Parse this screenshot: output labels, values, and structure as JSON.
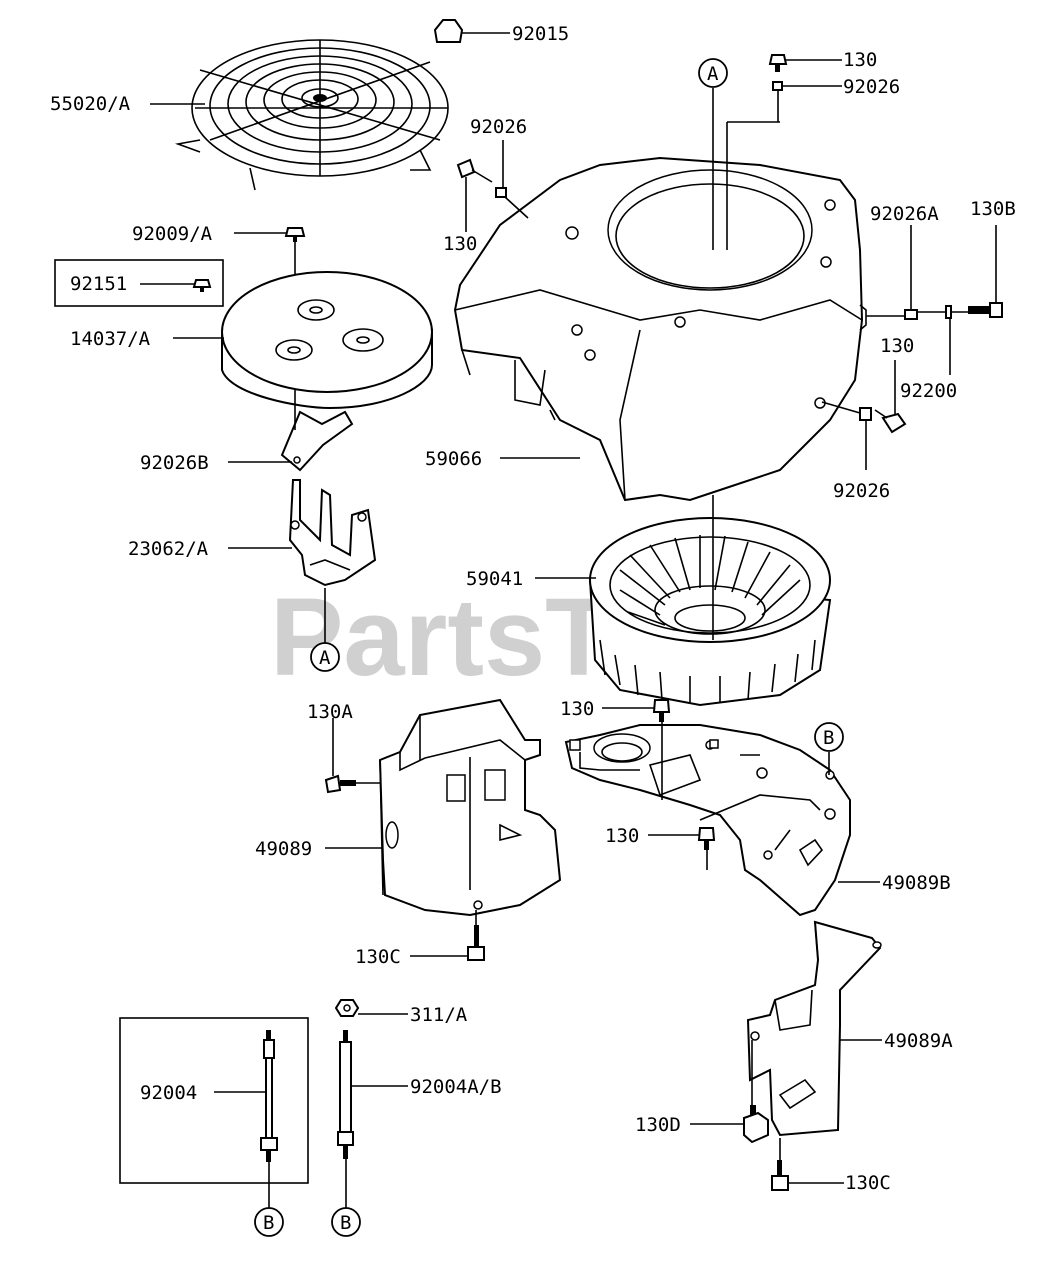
{
  "watermark": "PartsTree",
  "labels": {
    "l92015": "92015",
    "l55020": "55020/A",
    "l130a": "130",
    "l92026a": "92026",
    "l92026b": "92026",
    "l130b": "130",
    "l92009": "92009/A",
    "l92151": "92151",
    "l14037": "14037/A",
    "l92026B": "92026B",
    "l23062": "23062/A",
    "l92026A": "92026A",
    "l130B": "130B",
    "l130c": "130",
    "l92200": "92200",
    "l92026c": "92026",
    "l59066": "59066",
    "l59041": "59041",
    "l130A": "130A",
    "l130d": "130",
    "l130e": "130",
    "l49089": "49089",
    "l49089B": "49089B",
    "l130C1": "130C",
    "l311": "311/A",
    "l92004AB": "92004A/B",
    "l92004": "92004",
    "l49089A": "49089A",
    "l130D": "130D",
    "l130C2": "130C"
  },
  "callouts": {
    "a1": "A",
    "a2": "A",
    "b1": "B",
    "b2": "B",
    "b3": "B"
  }
}
